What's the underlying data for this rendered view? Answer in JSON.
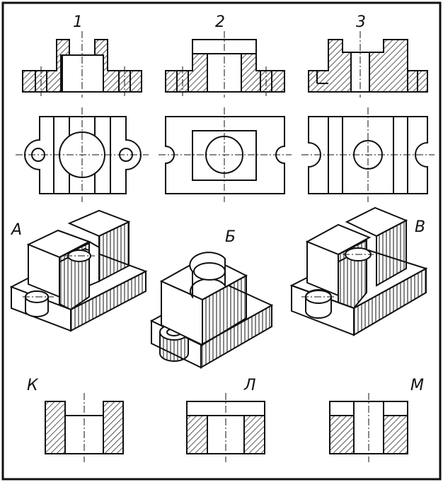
{
  "top_labels": [
    "1",
    "2",
    "3"
  ],
  "iso_labels": [
    "А",
    "Б",
    "В"
  ],
  "section_labels": [
    "К",
    "Л",
    "М"
  ],
  "colors": {
    "line": "#111111",
    "paper": "#ffffff"
  }
}
